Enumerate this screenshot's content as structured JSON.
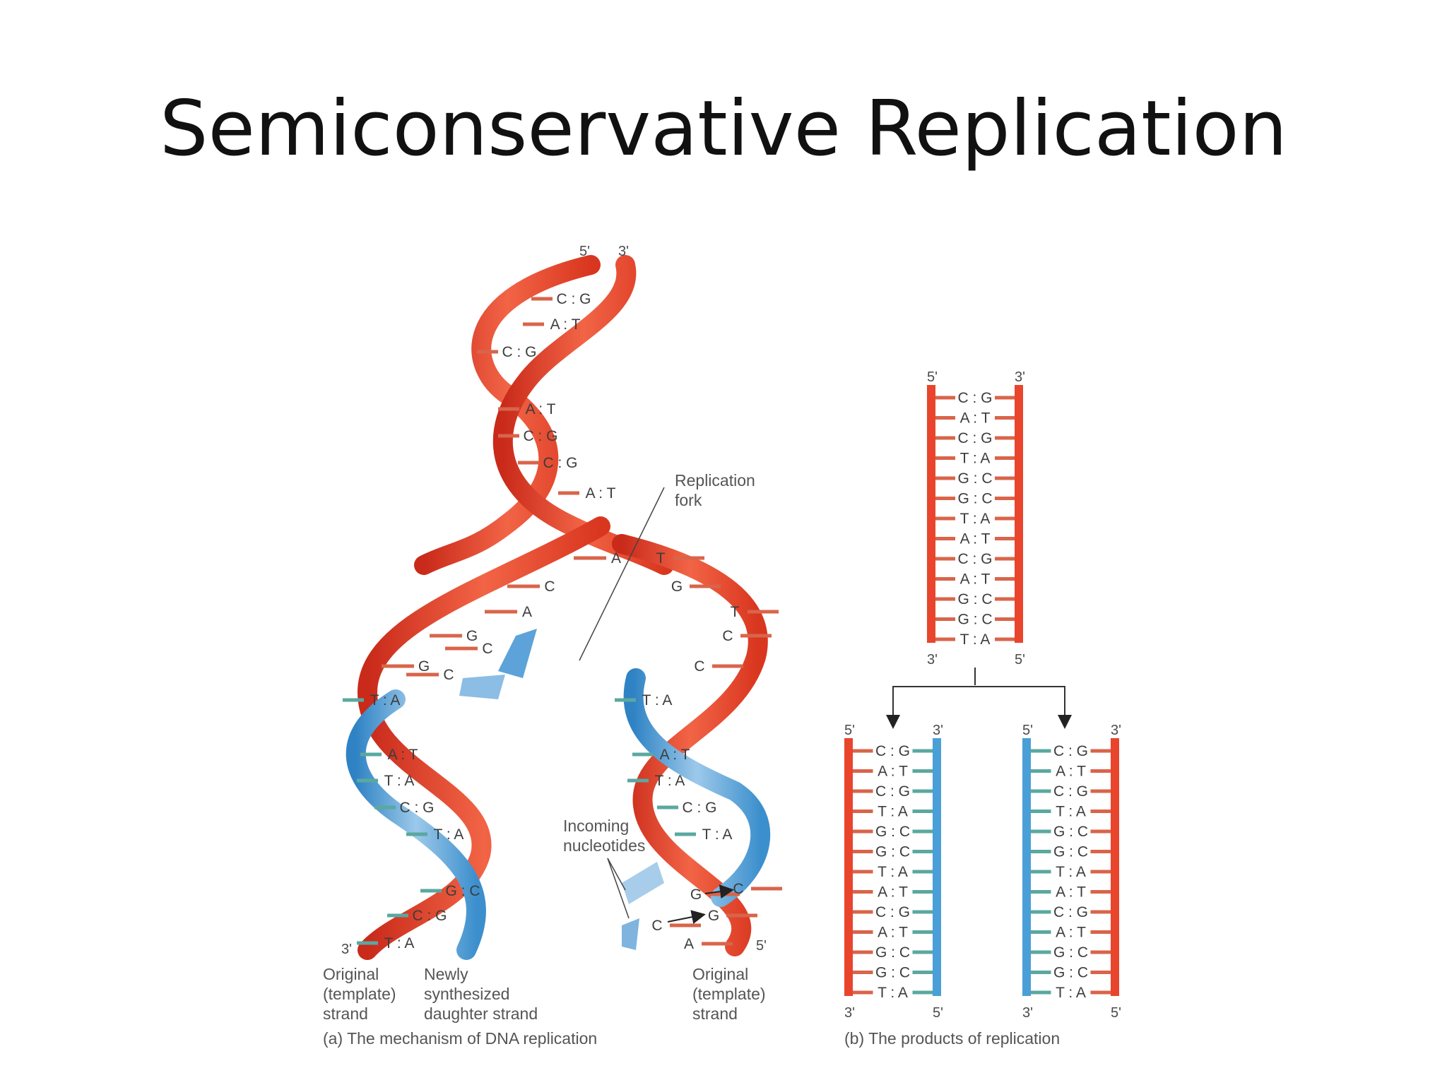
{
  "title": "Semiconservative Replication",
  "colors": {
    "parent_strand": "#e8452c",
    "daughter_strand": "#4a9fd6",
    "parent_rung": "#d9644a",
    "daughter_rung": "#5aa8a0",
    "title": "#111111"
  },
  "panel_a": {
    "caption": "(a) The mechanism of DNA replication",
    "top_5": "5'",
    "top_3": "3'",
    "bottom_left_3": "3'",
    "bottom_right_5": "5'",
    "top_pairs": [
      "C:G",
      "A:T",
      "C:G",
      "A:T",
      "C:G",
      "C:G",
      "A:T"
    ],
    "fork_label": [
      "Replication",
      "fork"
    ],
    "left_unpaired": [
      "A",
      "C",
      "A",
      "G",
      "C",
      "G",
      "C"
    ],
    "right_unpaired": [
      "T",
      "G",
      "T",
      "C",
      "C"
    ],
    "left_pairs": [
      "T:A",
      "A:T",
      "T:A",
      "C:G",
      "T:A",
      "G:C",
      "C:G",
      "T:A"
    ],
    "right_pairs": [
      "T:A",
      "A:T",
      "T:A",
      "C:G",
      "T:A"
    ],
    "right_incoming": [
      "G",
      "C",
      "C",
      "G",
      "A"
    ],
    "incoming_label": [
      "Incoming",
      "nucleotides"
    ],
    "label_left": [
      "Original",
      "(template)",
      "strand"
    ],
    "label_middle": [
      "Newly",
      "synthesized",
      "daughter strand"
    ],
    "label_right": [
      "Original",
      "(template)",
      "strand"
    ]
  },
  "panel_b": {
    "caption": "(b) The products of replication",
    "parent": {
      "top_left": "5'",
      "top_right": "3'",
      "bottom_left": "3'",
      "bottom_right": "5'"
    },
    "daughter_left": {
      "top_left": "5'",
      "top_right": "3'",
      "bottom_left": "3'",
      "bottom_right": "5'"
    },
    "daughter_right": {
      "top_left": "5'",
      "top_right": "3'",
      "bottom_left": "3'",
      "bottom_right": "5'"
    },
    "pairs": [
      "C:G",
      "A:T",
      "C:G",
      "T:A",
      "G:C",
      "G:C",
      "T:A",
      "A:T",
      "C:G",
      "A:T",
      "G:C",
      "G:C",
      "T:A"
    ]
  }
}
